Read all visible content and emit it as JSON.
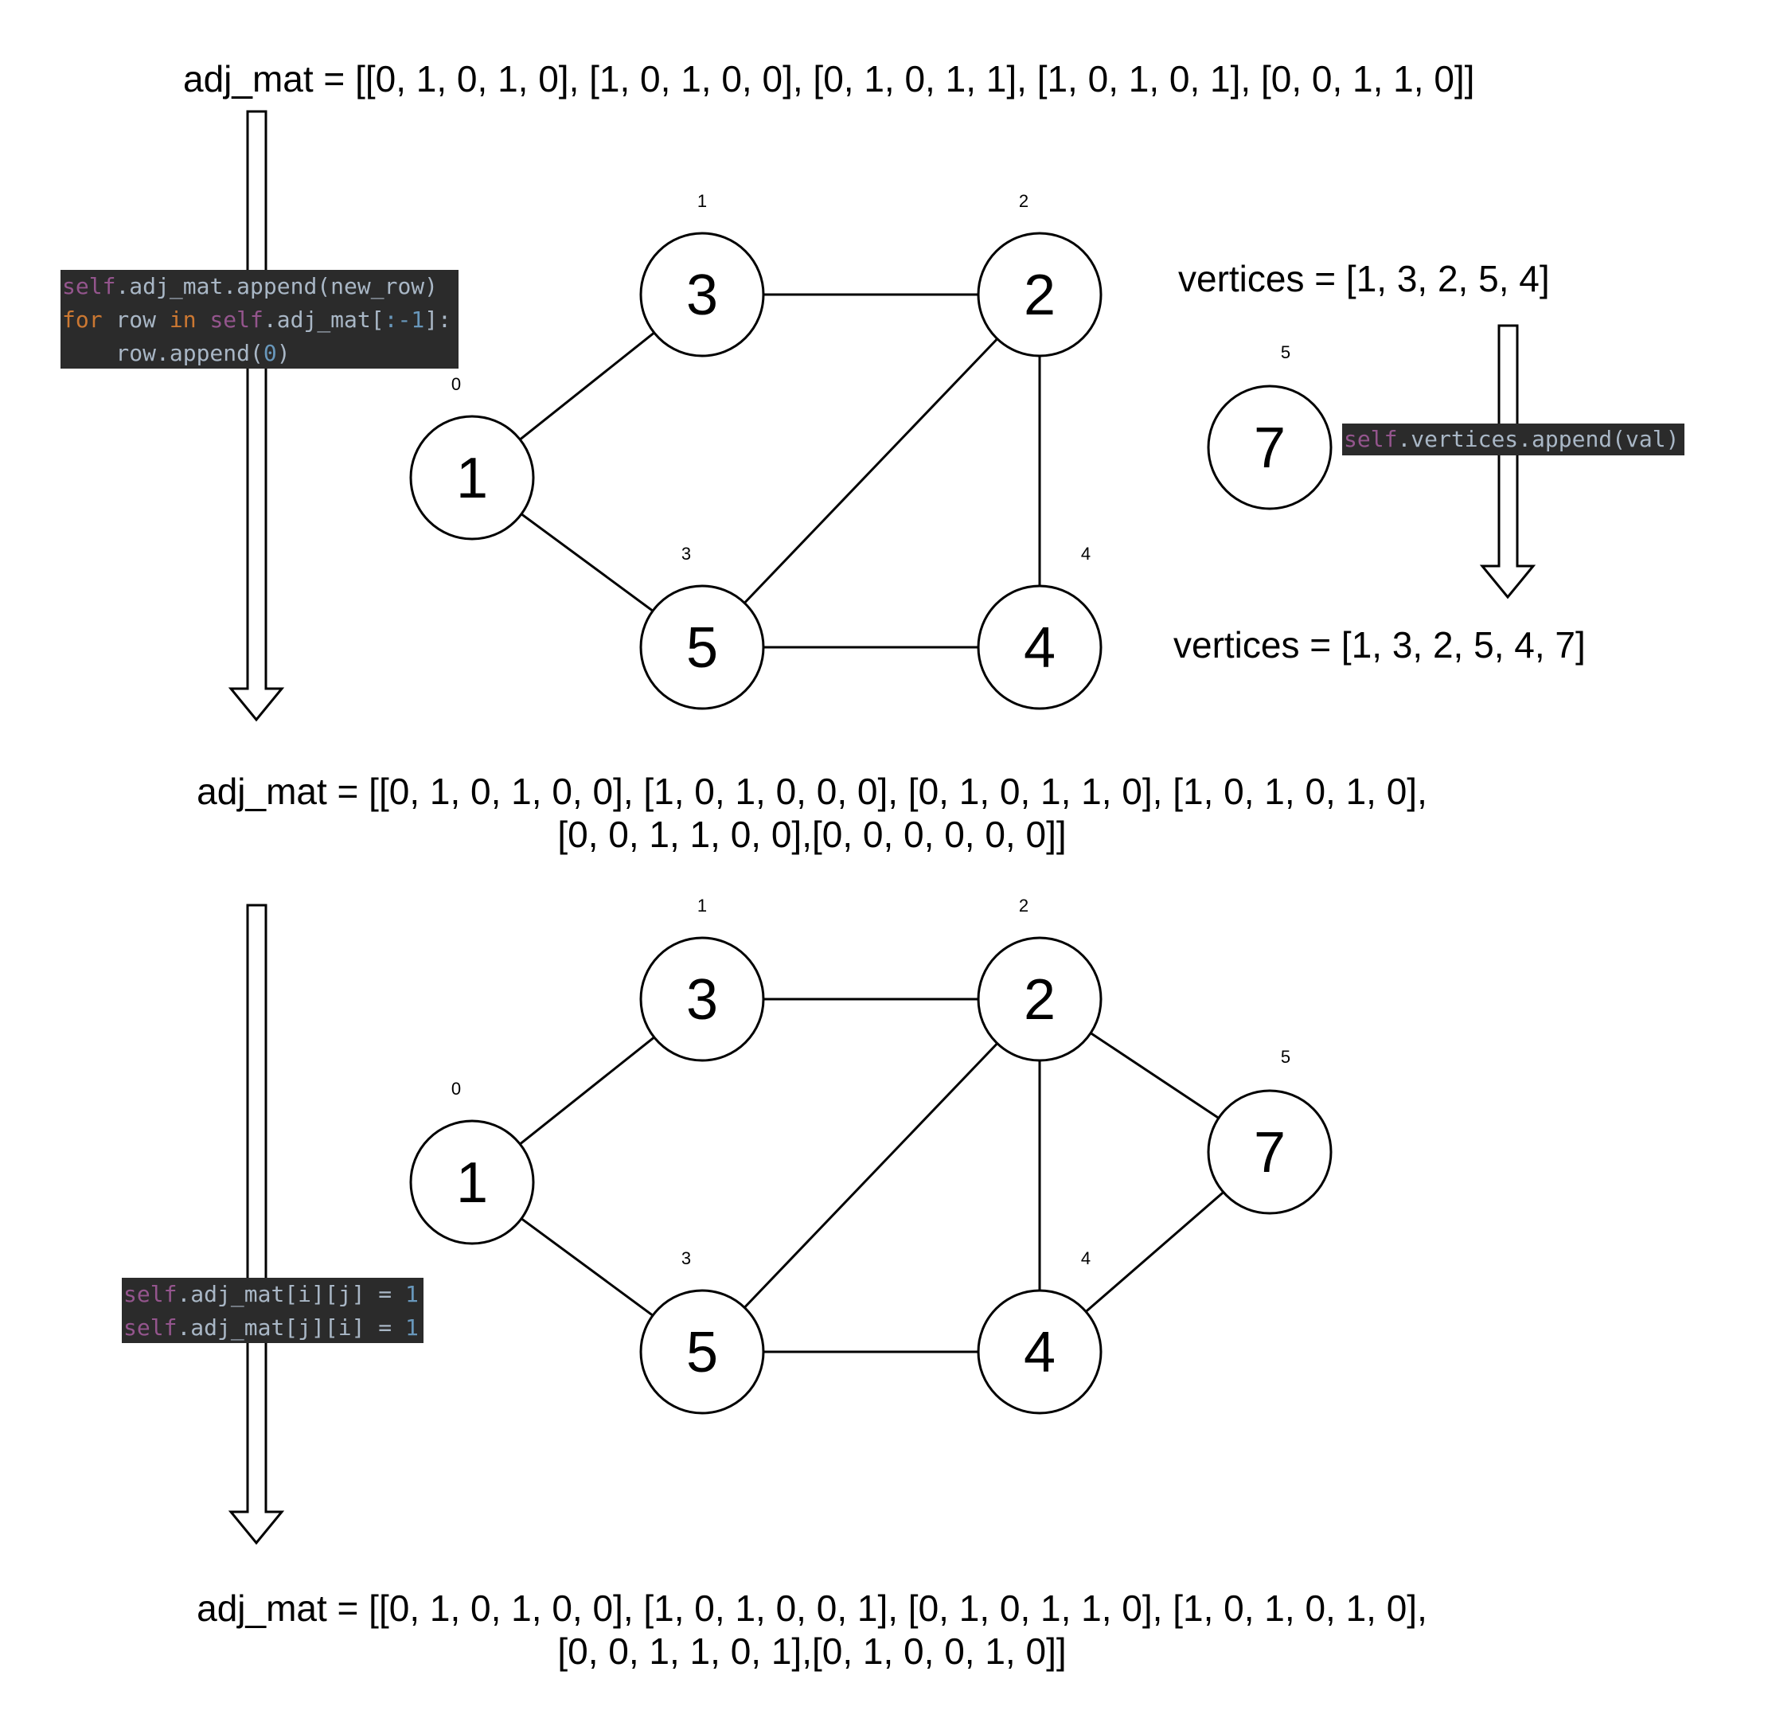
{
  "top_matrix": "adj_mat = [[0, 1, 0, 1, 0], [1, 0, 1, 0, 0], [0, 1, 0, 1, 1], [1, 0, 1, 0, 1], [0, 0, 1, 1, 0]]",
  "middle_matrix": {
    "line1": "adj_mat = [[0, 1, 0, 1, 0, 0], [1, 0, 1, 0, 0, 0], [0, 1, 0, 1, 1, 0], [1, 0, 1, 0, 1, 0],",
    "line2": "[0, 0, 1, 1, 0, 0],[0, 0, 0, 0, 0, 0]]"
  },
  "bottom_matrix": {
    "line1": "adj_mat = [[0, 1, 0, 1, 0, 0], [1, 0, 1, 0, 0, 1], [0, 1, 0, 1, 1, 0], [1, 0, 1, 0, 1, 0],",
    "line2": "[0, 0, 1, 1, 0, 1],[0, 1, 0, 0, 1, 0]]"
  },
  "vertices_before": "vertices = [1, 3, 2, 5, 4]",
  "vertices_after": "vertices = [1, 3, 2, 5, 4, 7]",
  "code_add_row": [
    [
      {
        "t": "self",
        "c": "kw-self"
      },
      {
        "t": ".adj_mat.append(new_row)"
      }
    ],
    [
      {
        "t": "for",
        "c": "kw"
      },
      {
        "t": " row "
      },
      {
        "t": "in",
        "c": "kw"
      },
      {
        "t": " "
      },
      {
        "t": "self",
        "c": "kw-self"
      },
      {
        "t": ".adj_mat["
      },
      {
        "t": ":-1",
        "c": "num"
      },
      {
        "t": "]:"
      }
    ],
    [
      {
        "t": "    row.append("
      },
      {
        "t": "0",
        "c": "num"
      },
      {
        "t": ")"
      }
    ]
  ],
  "code_append_vertex": [
    [
      {
        "t": "self",
        "c": "kw-self"
      },
      {
        "t": ".vertices.append(val)"
      }
    ]
  ],
  "code_add_edge": [
    [
      {
        "t": "self",
        "c": "kw-self"
      },
      {
        "t": ".adj_mat[i][j] = "
      },
      {
        "t": "1",
        "c": "num"
      }
    ],
    [
      {
        "t": "self",
        "c": "kw-self"
      },
      {
        "t": ".adj_mat[j][i] = "
      },
      {
        "t": "1",
        "c": "num"
      }
    ]
  ],
  "graph_before": {
    "nodes": [
      {
        "id": "n1",
        "label": "1",
        "index": "0"
      },
      {
        "id": "n3",
        "label": "3",
        "index": "1"
      },
      {
        "id": "n2",
        "label": "2",
        "index": "2"
      },
      {
        "id": "n5",
        "label": "5",
        "index": "3"
      },
      {
        "id": "n4",
        "label": "4",
        "index": "4"
      },
      {
        "id": "n7",
        "label": "7",
        "index": "5"
      }
    ],
    "edges": [
      [
        "n1",
        "n3"
      ],
      [
        "n1",
        "n5"
      ],
      [
        "n3",
        "n2"
      ],
      [
        "n2",
        "n5"
      ],
      [
        "n2",
        "n4"
      ],
      [
        "n5",
        "n4"
      ]
    ]
  },
  "graph_after": {
    "nodes": [
      {
        "id": "n1",
        "label": "1",
        "index": "0"
      },
      {
        "id": "n3",
        "label": "3",
        "index": "1"
      },
      {
        "id": "n2",
        "label": "2",
        "index": "2"
      },
      {
        "id": "n5",
        "label": "5",
        "index": "3"
      },
      {
        "id": "n4",
        "label": "4",
        "index": "4"
      },
      {
        "id": "n7",
        "label": "7",
        "index": "5"
      }
    ],
    "edges": [
      [
        "n1",
        "n3"
      ],
      [
        "n1",
        "n5"
      ],
      [
        "n3",
        "n2"
      ],
      [
        "n2",
        "n5"
      ],
      [
        "n2",
        "n4"
      ],
      [
        "n5",
        "n4"
      ],
      [
        "n2",
        "n7"
      ],
      [
        "n4",
        "n7"
      ]
    ]
  }
}
